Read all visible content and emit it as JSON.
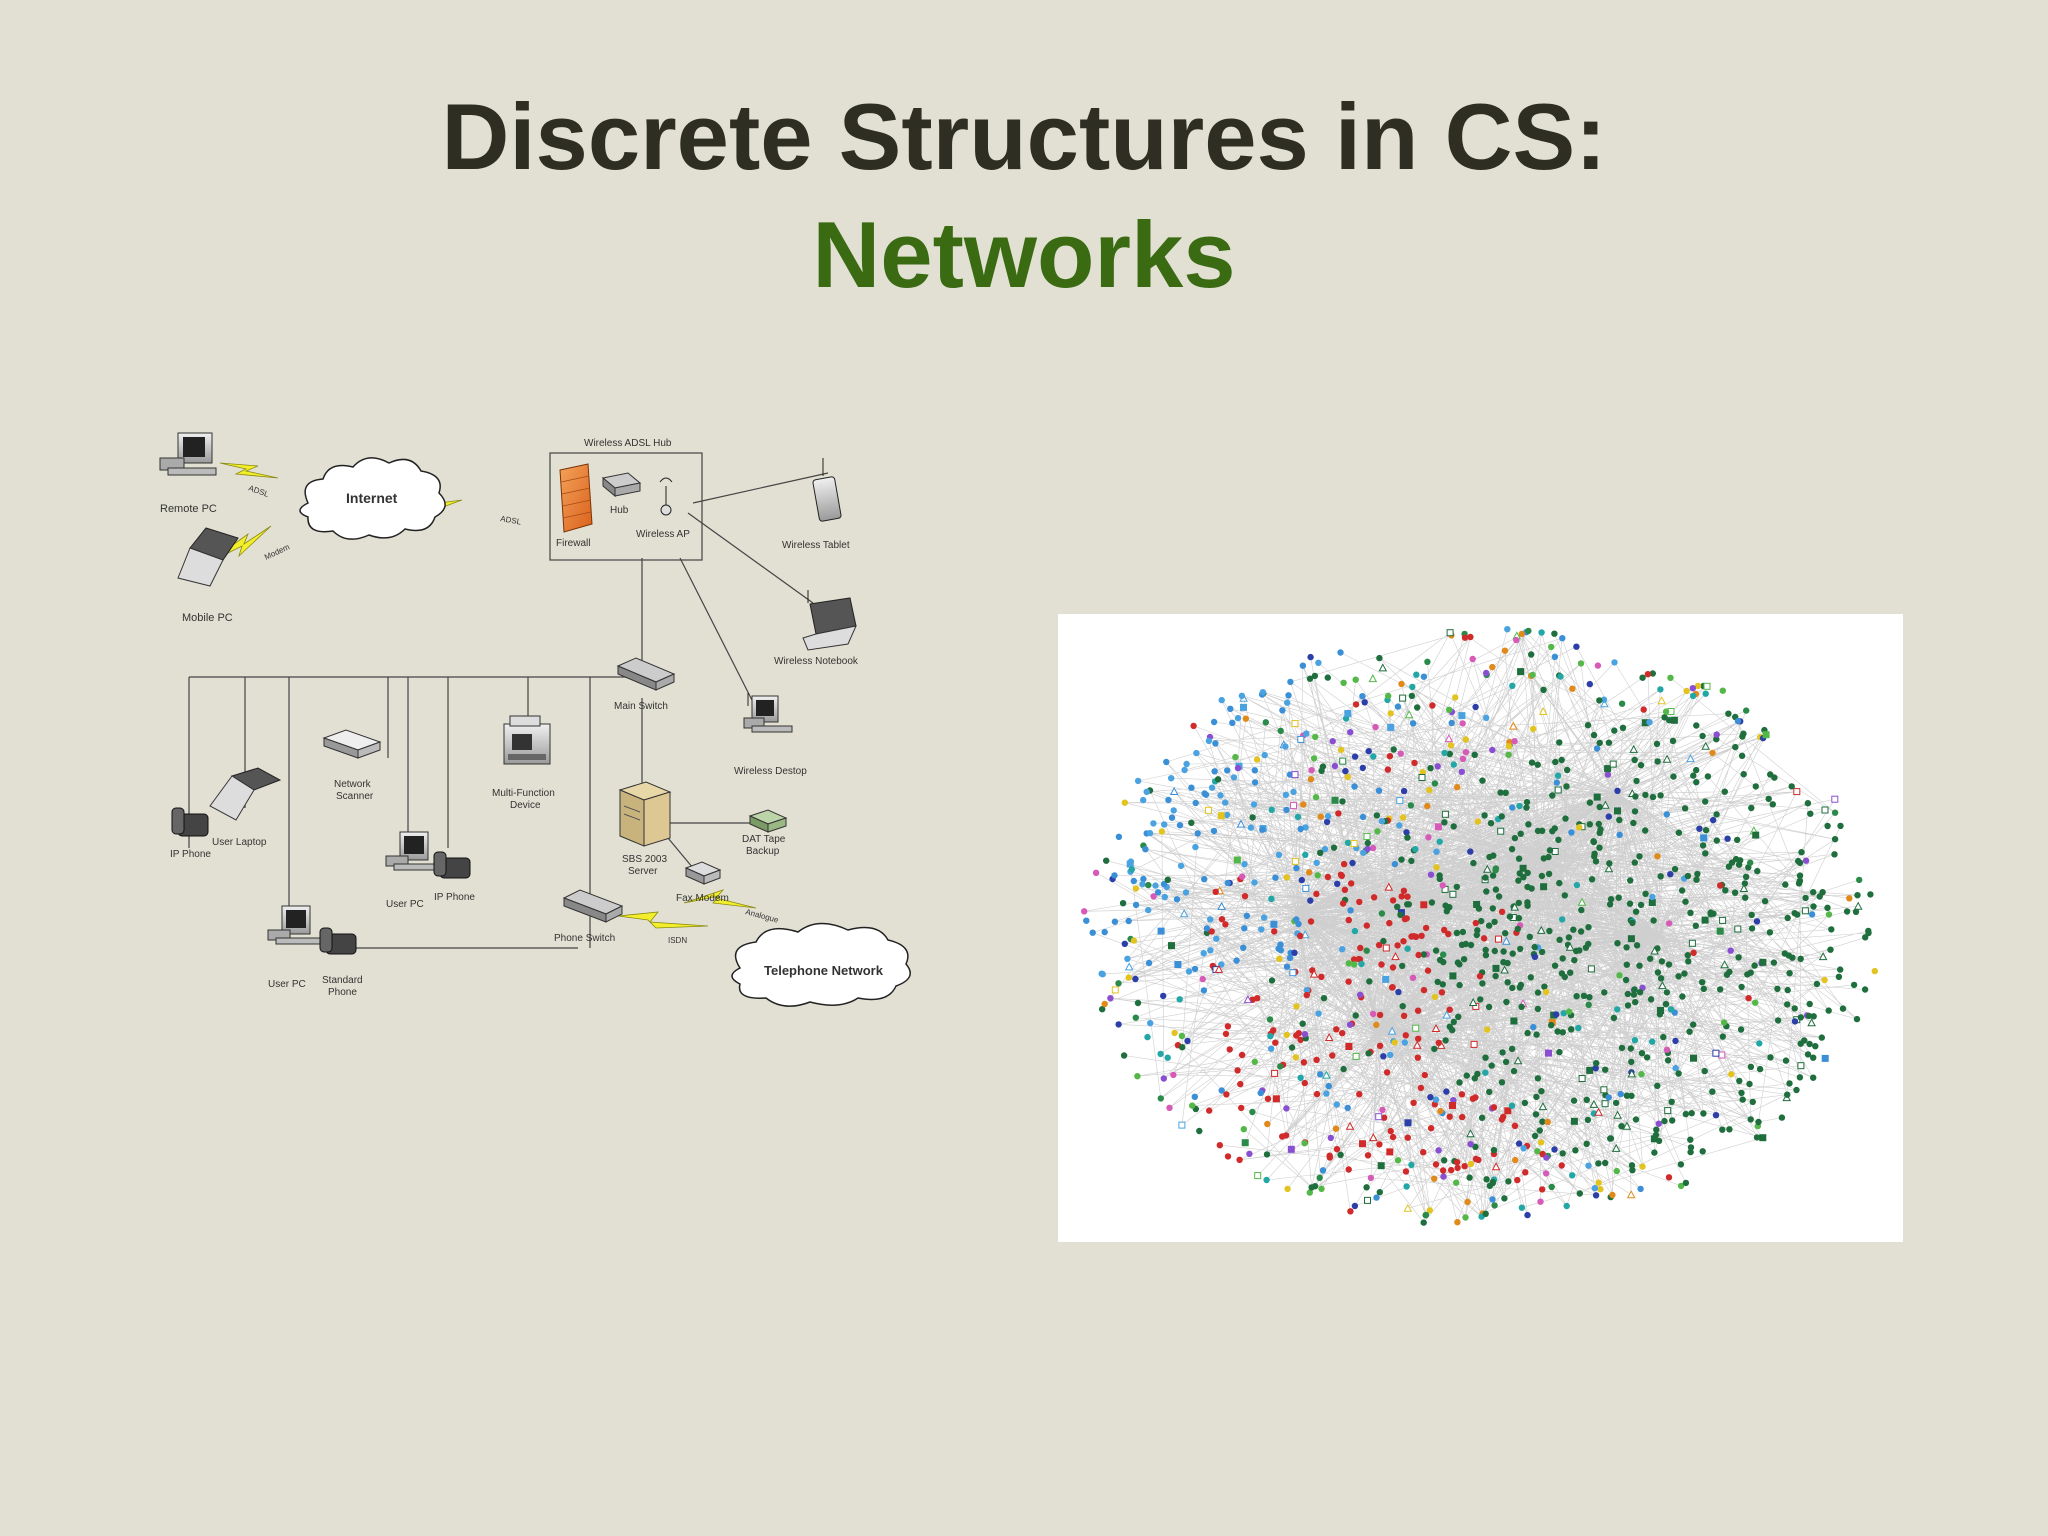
{
  "slide": {
    "title_line1": "Discrete Structures in CS:",
    "title_line2": "Networks",
    "title_color": "#2f2e22",
    "subtitle_color": "#3a6b12",
    "background": "#e2e0d3"
  },
  "network_diagram": {
    "hub_box_label": "Wireless ADSL Hub",
    "labels": {
      "remote_pc": "Remote PC",
      "mobile_pc": "Mobile PC",
      "internet": "Internet",
      "adsl1": "ADSL",
      "adsl2": "ADSL",
      "modem": "Modem",
      "firewall": "Firewall",
      "hub": "Hub",
      "wireless_ap": "Wireless AP",
      "wireless_tablet": "Wireless Tablet",
      "wireless_notebook": "Wireless Notebook",
      "wireless_desktop": "Wireless Destop",
      "main_switch": "Main Switch",
      "network_scanner_1": "Network",
      "network_scanner_2": "Scanner",
      "mfd_1": "Multi-Function",
      "mfd_2": "Device",
      "user_laptop": "User Laptop",
      "ip_phone_left": "IP Phone",
      "user_pc_mid": "User PC",
      "ip_phone_mid": "IP Phone",
      "server_1": "SBS 2003",
      "server_2": "Server",
      "dat_1": "DAT Tape",
      "dat_2": "Backup",
      "fax_modem": "Fax Modem",
      "analogue": "Analogue",
      "isdn": "ISDN",
      "phone_switch": "Phone Switch",
      "telephone_network": "Telephone Network",
      "user_pc_bottom": "User PC",
      "standard_phone_1": "Standard",
      "standard_phone_2": "Phone"
    }
  },
  "graph_visual": {
    "node_colors": [
      "#1f6e3d",
      "#1f6e3d",
      "#1f6e3d",
      "#2a8a4a",
      "#3a8fd6",
      "#4aa3e0",
      "#d12a2a",
      "#e08a1c",
      "#8a4fd1",
      "#d65ab8",
      "#53b848",
      "#e3c31f",
      "#22a6a6",
      "#2c3fa8"
    ],
    "edge_color": "#a8a8a8"
  }
}
